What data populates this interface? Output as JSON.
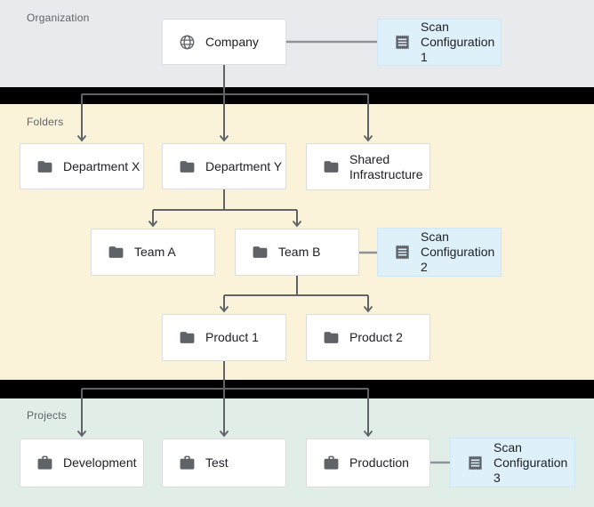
{
  "bands": {
    "organization": {
      "label": "Organization"
    },
    "folders": {
      "label": "Folders"
    },
    "projects": {
      "label": "Projects"
    }
  },
  "nodes": {
    "company": {
      "label": "Company",
      "icon": "globe-icon"
    },
    "department_x": {
      "label": "Department X",
      "icon": "folder-icon"
    },
    "department_y": {
      "label": "Department Y",
      "icon": "folder-icon"
    },
    "shared_infrastructure": {
      "label": "Shared\nInfrastructure",
      "icon": "folder-icon"
    },
    "team_a": {
      "label": "Team A",
      "icon": "folder-icon"
    },
    "team_b": {
      "label": "Team B",
      "icon": "folder-icon"
    },
    "product_1": {
      "label": "Product 1",
      "icon": "folder-icon"
    },
    "product_2": {
      "label": "Product 2",
      "icon": "folder-icon"
    },
    "development": {
      "label": "Development",
      "icon": "briefcase-icon"
    },
    "test": {
      "label": "Test",
      "icon": "briefcase-icon"
    },
    "production": {
      "label": "Production",
      "icon": "briefcase-icon"
    }
  },
  "scan_configs": {
    "scan_configuration_1": {
      "label": "Scan\nConfiguration 1",
      "icon": "receipt-icon",
      "attached_to": "Company"
    },
    "scan_configuration_2": {
      "label": "Scan\nConfiguration 2",
      "icon": "receipt-icon",
      "attached_to": "Team B"
    },
    "scan_configuration_3": {
      "label": "Scan\nConfiguration 3",
      "icon": "receipt-icon",
      "attached_to": "Production"
    }
  },
  "colors": {
    "organization_band": "#e8eaed",
    "folders_band": "#fbf3d9",
    "projects_band": "#e0eee7",
    "separator": "#000000",
    "scan_box": "#def0fa",
    "tree_line": "#5f6368",
    "scan_line": "#8d9297",
    "icon": "#5f6368",
    "node_text": "#202124",
    "band_label_text": "#5f6368"
  }
}
